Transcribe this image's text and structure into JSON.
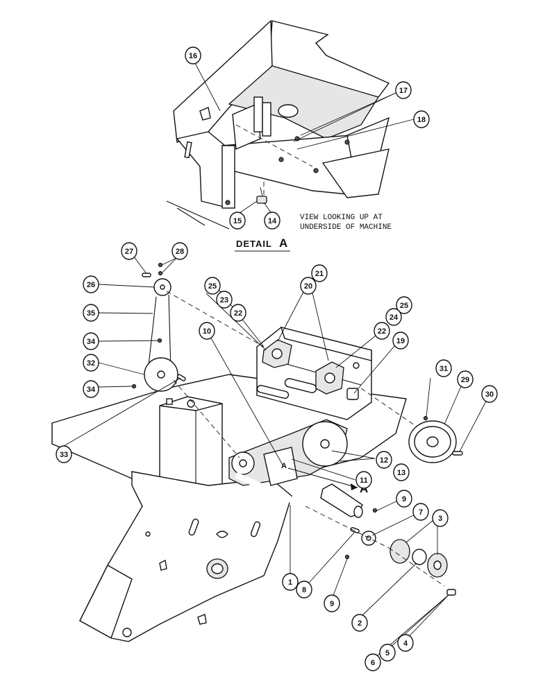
{
  "detail": {
    "title_word": "DETAIL",
    "title_letter": "A",
    "note_line1": "VIEW LOOKING UP AT",
    "note_line2": "UNDERSIDE OF MACHINE"
  },
  "reference_marker": "A",
  "callouts": {
    "c1": "1",
    "c2": "2",
    "c3": "3",
    "c4": "4",
    "c5": "5",
    "c6": "6",
    "c7": "7",
    "c8": "8",
    "c9a": "9",
    "c9b": "9",
    "c10": "10",
    "c11": "11",
    "c12": "12",
    "c13": "13",
    "c14": "14",
    "c15": "15",
    "c16": "16",
    "c17": "17",
    "c18": "18",
    "c19": "19",
    "c20": "20",
    "c21": "21",
    "c22a": "22",
    "c22b": "22",
    "c23": "23",
    "c24": "24",
    "c25a": "25",
    "c25b": "25",
    "c26": "26",
    "c27": "27",
    "c28": "28",
    "c29": "29",
    "c30": "30",
    "c31": "31",
    "c32": "32",
    "c33": "33",
    "c34a": "34",
    "c34b": "34",
    "c35": "35"
  }
}
